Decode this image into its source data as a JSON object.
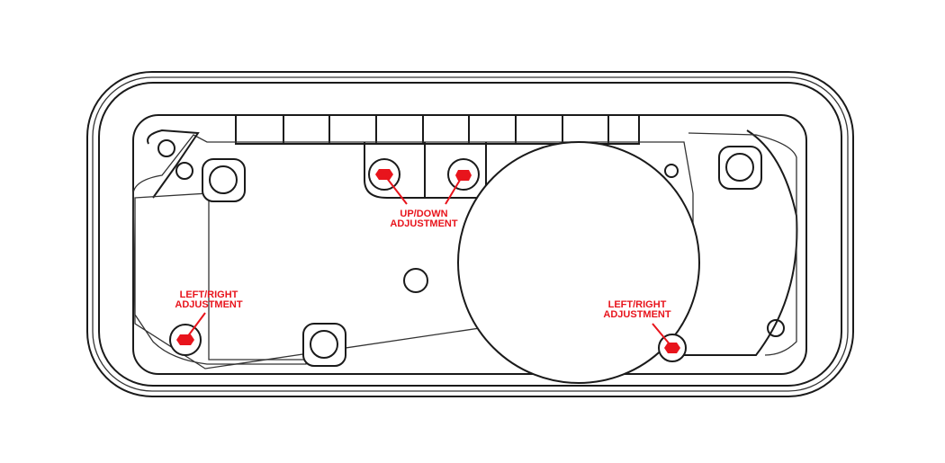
{
  "labels": {
    "up_down": [
      "UP/DOWN",
      "ADJUSTMENT"
    ],
    "left_right_left": [
      "LEFT/RIGHT",
      "ADJUSTMENT"
    ],
    "left_right_right": [
      "LEFT/RIGHT",
      "ADJUSTMENT"
    ]
  },
  "colors": {
    "accent": "#e8141c",
    "line": "#1a1a1a"
  }
}
